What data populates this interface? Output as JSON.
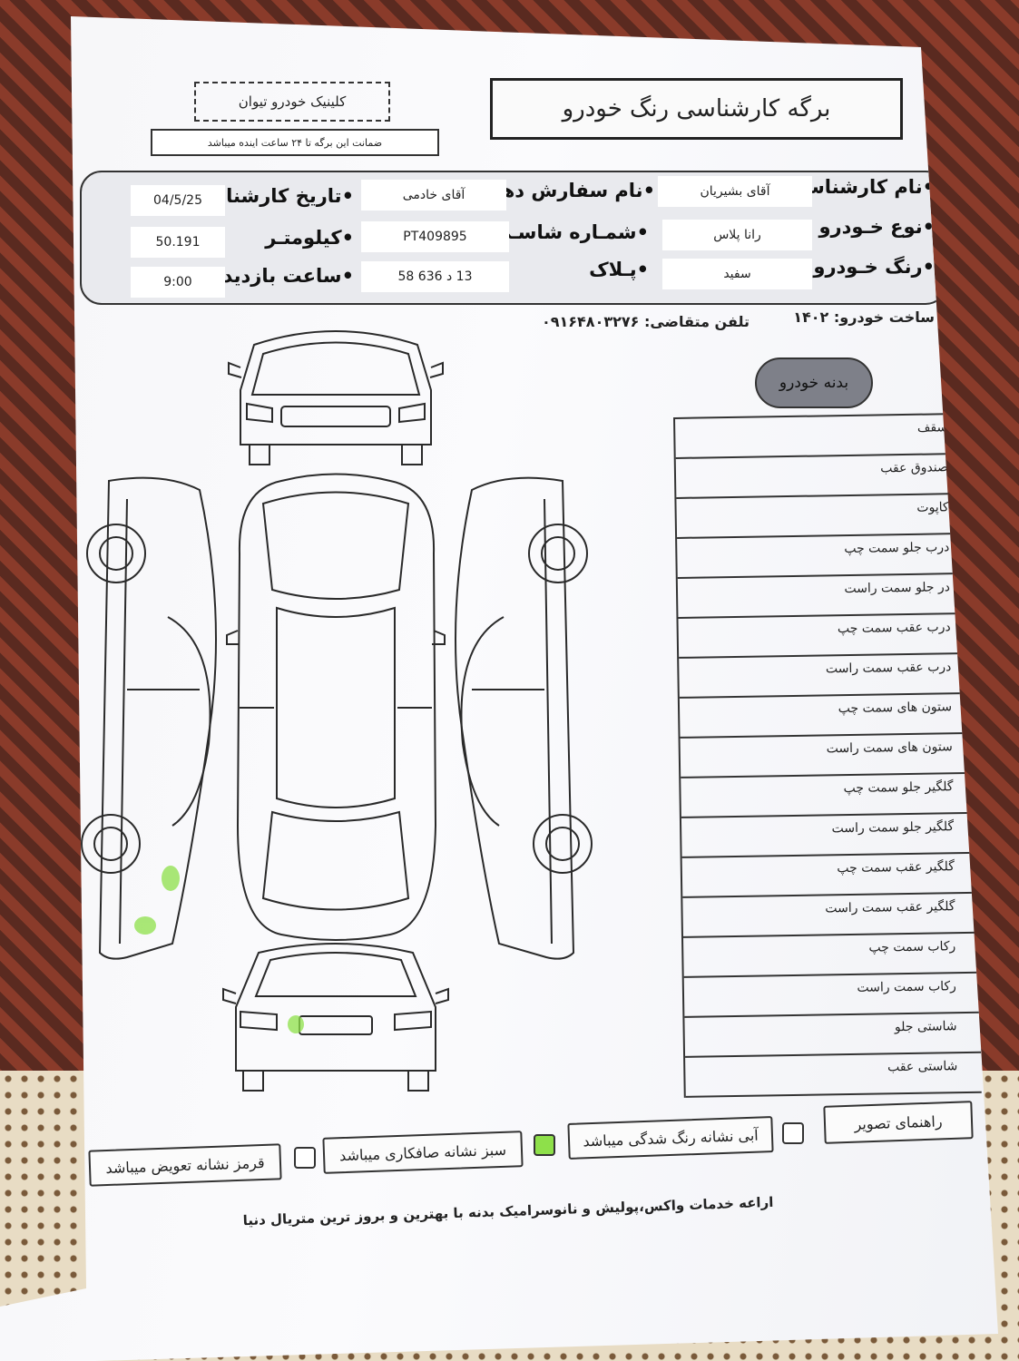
{
  "header": {
    "title": "برگه کارشناسی رنگ خودرو",
    "clinic_name": "کلینیک خودرو تیوان",
    "warranty_note": "ضمانت این برگه تا ۲۴ ساعت اینده میباشد"
  },
  "info": {
    "expert_name_label": "•نام کارشناس",
    "expert_name": "آقای بشیریان",
    "orderer_label": "•نام سفارش دهنده",
    "orderer": "آقای خادمی",
    "inspection_date_label": "•تاریخ کارشناسی",
    "inspection_date": "04/5/25",
    "vehicle_type_label": "•نوع خـودرو",
    "vehicle_type": "رانا پلاس",
    "chassis_label": "•شمـاره شاسـی",
    "chassis": "PT409895",
    "mileage_label": "•کیلومتـر",
    "mileage": "50.191",
    "vehicle_color_label": "•رنگ خـودرو",
    "vehicle_color": "سفید",
    "plate_label": "•پـلاک",
    "plate": "13 د 636 58",
    "visit_time_label": "•ساعت بازدید",
    "visit_time": "9:00"
  },
  "extra": {
    "build_year": "ساخت خودرو: ۱۴۰۲",
    "phone": "تلفن متقاضی: ۰۹۱۶۴۸۰۳۲۷۶"
  },
  "body_section": {
    "badge": "بدنه خودرو",
    "parts": [
      "سقف",
      "صندوق عقب",
      "کاپوت",
      "درب جلو سمت چپ",
      "در جلو سمت راست",
      "درب عقب سمت چپ",
      "درب عقب سمت راست",
      "ستون های سمت چپ",
      "ستون های سمت راست",
      "گلگیر جلو سمت چپ",
      "گلگیر جلو سمت راست",
      "گلگیر عقب سمت چپ",
      "گلگیر عقب سمت راست",
      "رکاب سمت چپ",
      "رکاب سمت راست",
      "شاستی جلو",
      "شاستی عقب"
    ]
  },
  "legend": {
    "guide": "راهنمای تصویر",
    "blue": "آبی نشانه رنگ شدگی میباشد",
    "green": "سبز نشانه صافکاری میباشد",
    "red": "قرمز نشانه تعویض میباشد",
    "green_color": "#8ee04a"
  },
  "footer": {
    "line1": "اراعه خدمات واکس،پولیش و نانوسرامیک بدنه با بهترین و بروز ترین متریال دنیا"
  }
}
